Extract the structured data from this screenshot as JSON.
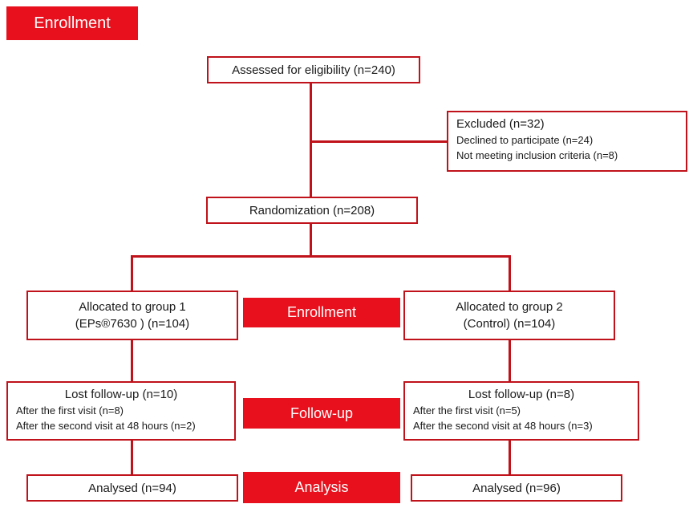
{
  "stages": {
    "enrollment_header": "Enrollment",
    "enrollment_mid": "Enrollment",
    "followup": "Follow-up",
    "analysis": "Analysis"
  },
  "assessed": "Assessed for eligibility (n=240)",
  "excluded": {
    "title": "Excluded (n=32)",
    "reason1": "Declined to participate (n=24)",
    "reason2": "Not meeting inclusion criteria (n=8)"
  },
  "randomization": "Randomization (n=208)",
  "group1": {
    "alloc_line1": "Allocated to group 1",
    "alloc_line2": "(EPs®7630 ) (n=104)",
    "lost_title": "Lost follow-up (n=10)",
    "lost_reason1": "After the first visit (n=8)",
    "lost_reason2": "After the second visit at 48 hours (n=2)",
    "analysed": "Analysed (n=94)"
  },
  "group2": {
    "alloc_line1": "Allocated to group 2",
    "alloc_line2": "(Control) (n=104)",
    "lost_title": "Lost follow-up (n=8)",
    "lost_reason1": "After the first visit (n=5)",
    "lost_reason2": "After the second visit at 48 hours (n=3)",
    "analysed": "Analysed (n=96)"
  },
  "colors": {
    "accent": "#e8101c",
    "line": "#c0121a"
  }
}
